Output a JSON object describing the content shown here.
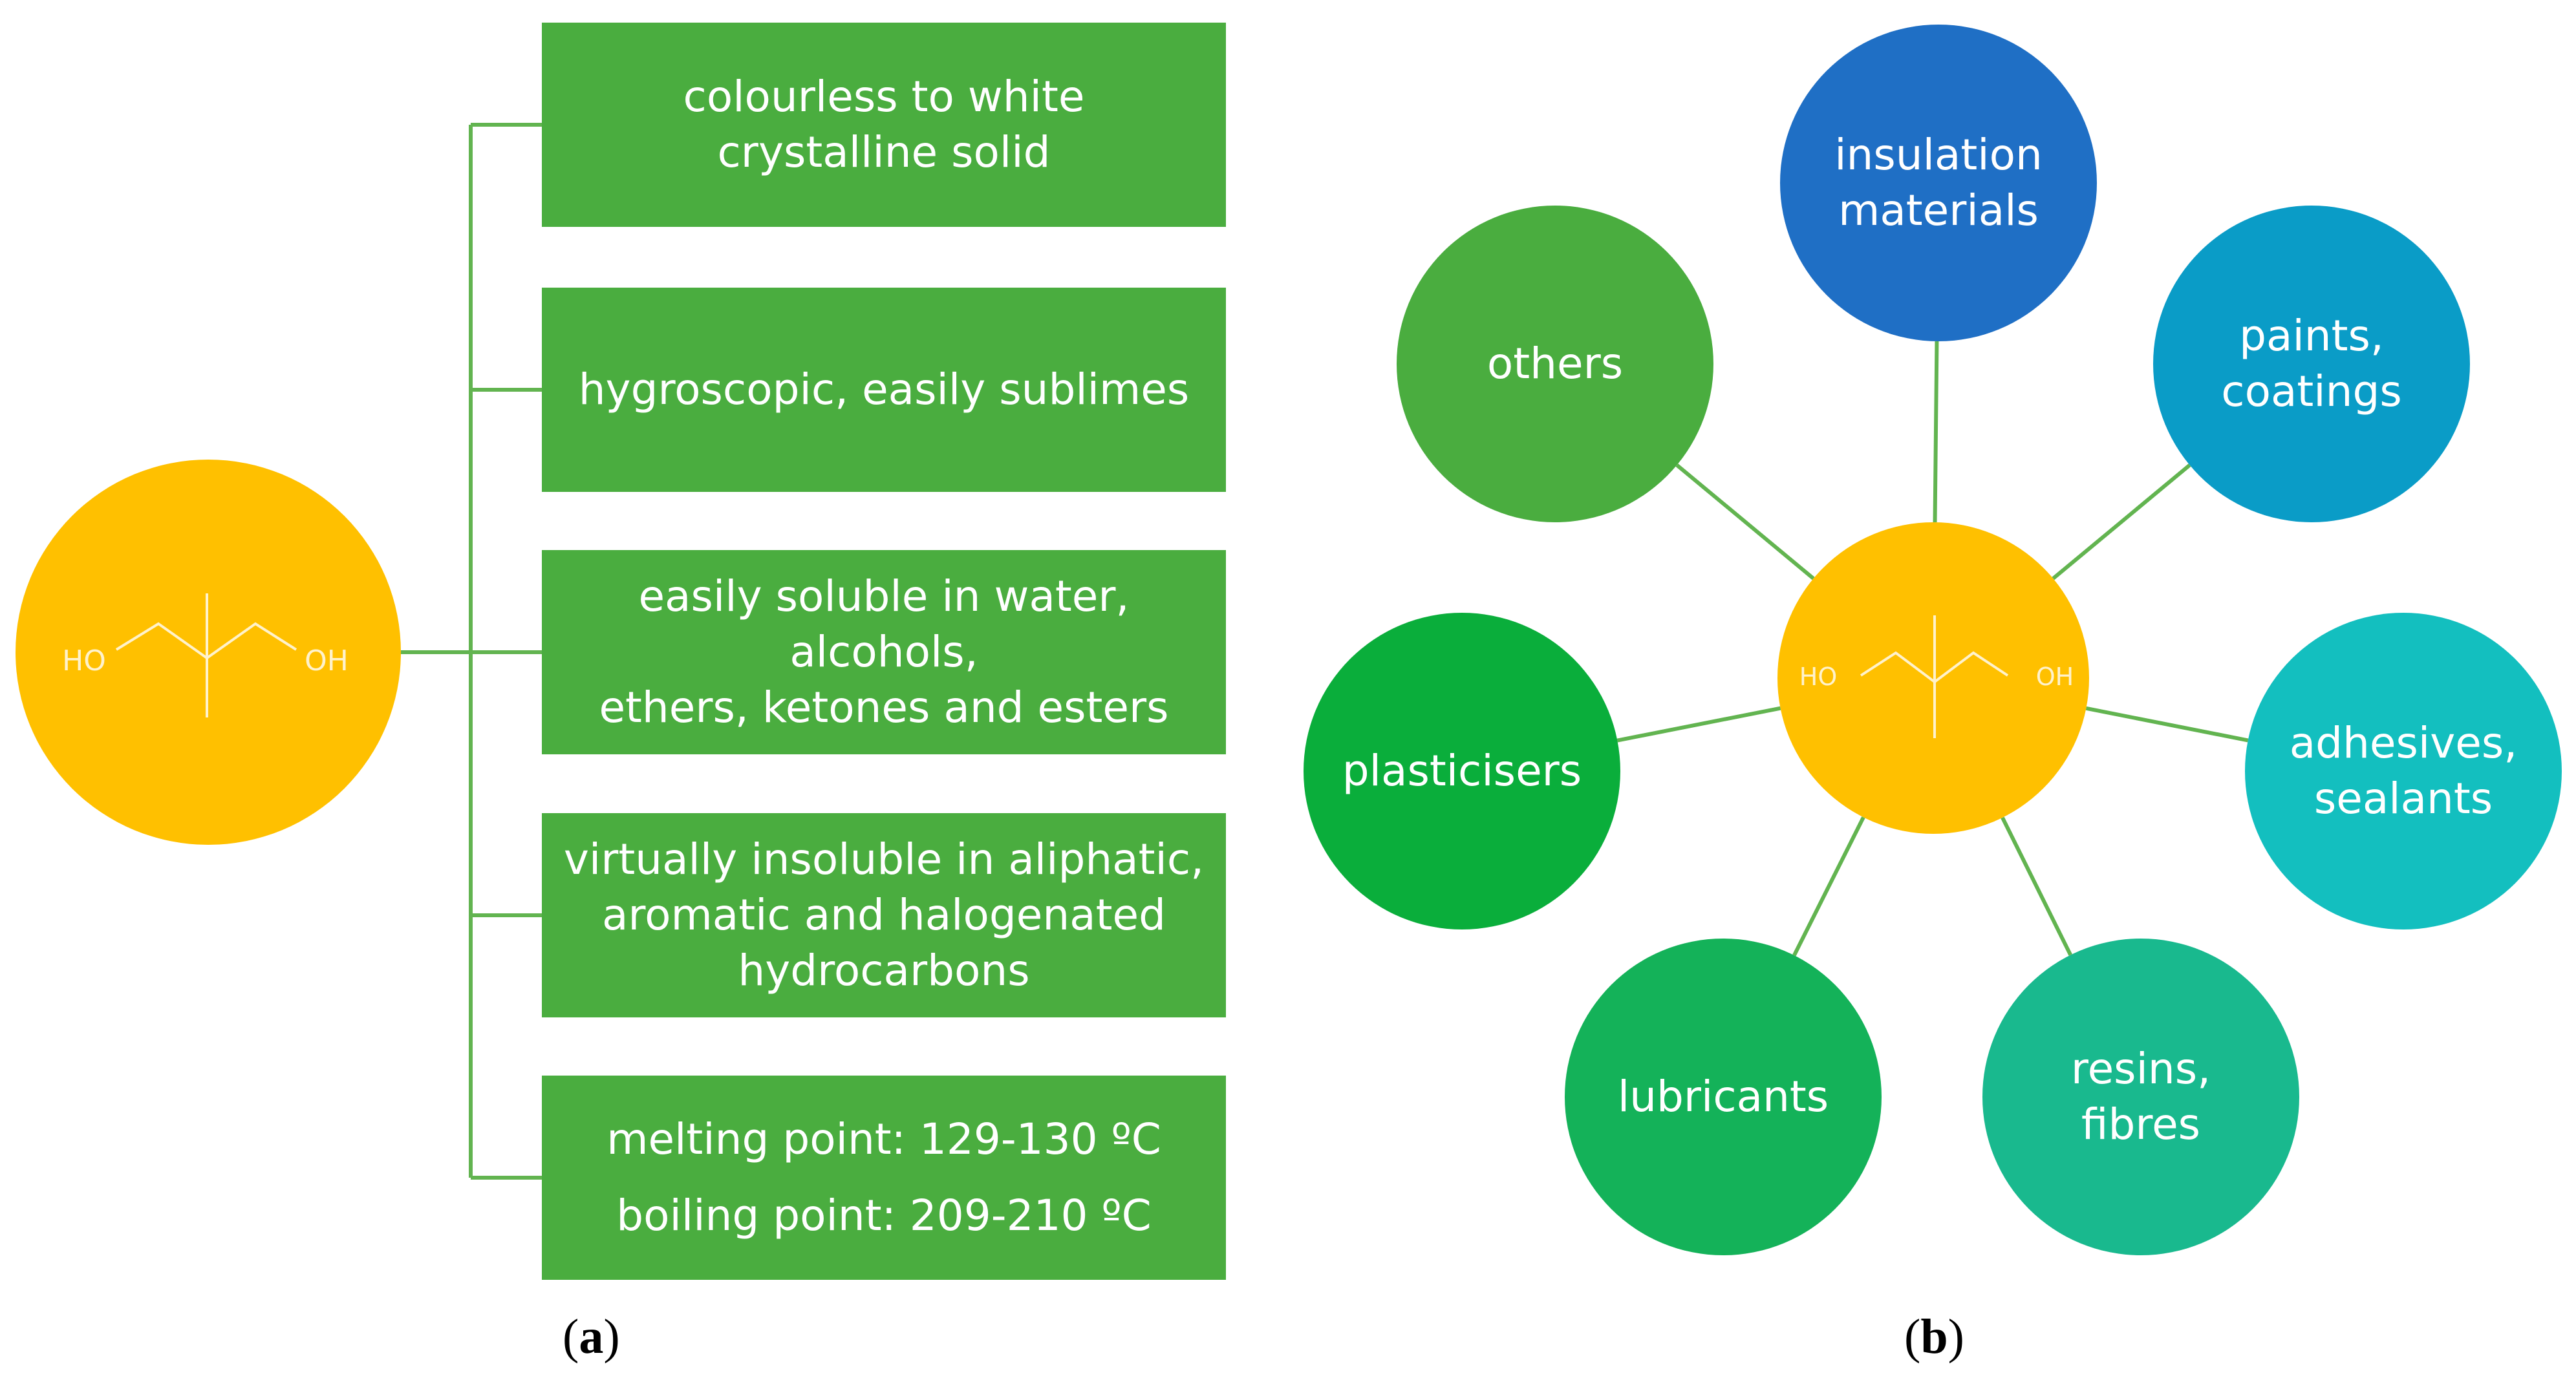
{
  "colors": {
    "center": "#ffc000",
    "box": "#4aad3f",
    "connector": "#62b450",
    "molecule_line": "#fff2cc"
  },
  "panel_a": {
    "label_open": "(",
    "label_letter": "a",
    "label_close": ")",
    "molecule": {
      "left_group": "HO",
      "right_group": "OH"
    },
    "properties": [
      {
        "lines": [
          "colourless to white",
          "crystalline solid"
        ]
      },
      {
        "lines": [
          "hygroscopic, easily sublimes"
        ]
      },
      {
        "lines": [
          "easily soluble in water, alcohols,",
          "ethers, ketones and esters"
        ]
      },
      {
        "lines": [
          "virtually insoluble in aliphatic,",
          "aromatic and halogenated",
          "hydrocarbons"
        ]
      },
      {
        "lines": [
          "melting point: 129-130 ºC",
          "boiling point: 209-210 ºC"
        ]
      }
    ]
  },
  "panel_b": {
    "label_open": "(",
    "label_letter": "b",
    "label_close": ")",
    "molecule": {
      "left_group": "HO",
      "right_group": "OH"
    },
    "applications": [
      {
        "lines": [
          "insulation",
          "materials"
        ],
        "color": "#1f6fc5"
      },
      {
        "lines": [
          "paints,",
          "coatings"
        ],
        "color": "#0a9cc7"
      },
      {
        "lines": [
          "adhesives,",
          "sealants"
        ],
        "color": "#13bfbf"
      },
      {
        "lines": [
          "resins,",
          "fibres"
        ],
        "color": "#19b98e"
      },
      {
        "lines": [
          "lubricants"
        ],
        "color": "#14b259"
      },
      {
        "lines": [
          "plasticisers"
        ],
        "color": "#0aae3b"
      },
      {
        "lines": [
          "others"
        ],
        "color": "#4aad3f"
      }
    ]
  }
}
